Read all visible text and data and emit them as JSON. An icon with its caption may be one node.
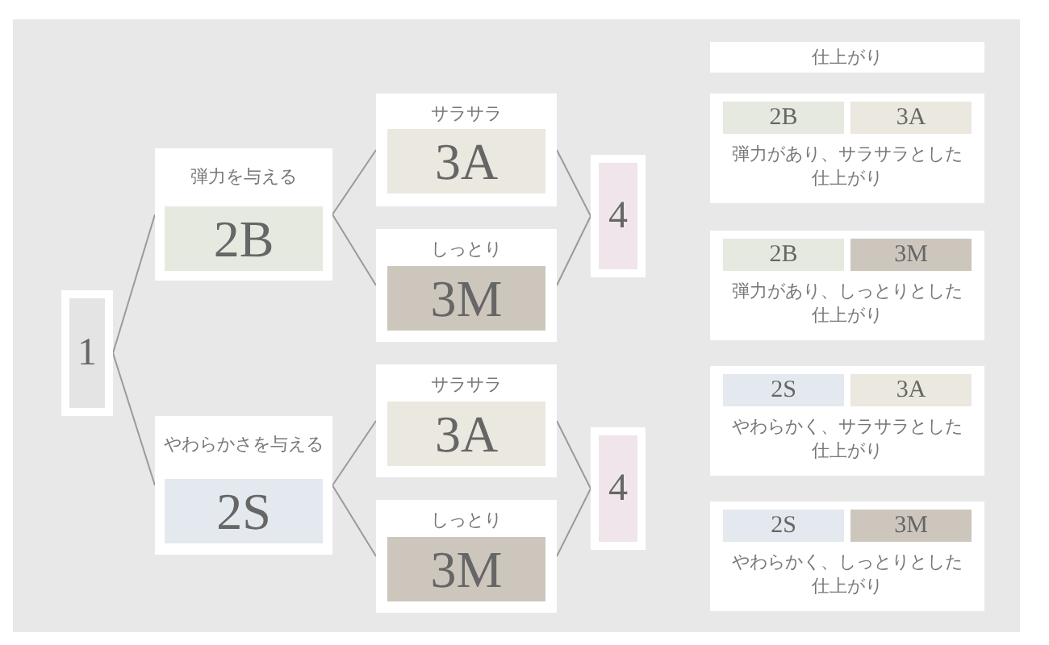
{
  "diagram": {
    "nodes": [
      {
        "text": [
          "1"
        ]
      },
      {
        "text": [
          "弾力を与える"
        ]
      },
      {
        "text": [
          "2B"
        ],
        "in": 1
      },
      {
        "text": [
          "サラサラ"
        ]
      },
      {
        "text": [
          "3A"
        ],
        "in": 3
      },
      {
        "text": [
          "しっとり"
        ]
      },
      {
        "text": [
          "3M"
        ],
        "in": 5
      },
      {
        "text": [
          "4"
        ]
      },
      {
        "text": [
          "やわらかさを与える"
        ]
      },
      {
        "text": [
          "2S"
        ],
        "in": 8
      },
      {
        "text": [
          "サラサラ"
        ]
      },
      {
        "text": [
          "3A"
        ],
        "in": 10
      },
      {
        "text": [
          "しっとり"
        ]
      },
      {
        "text": [
          "3M"
        ],
        "in": 12
      },
      {
        "text": [
          "4"
        ]
      },
      {
        "text": [
          "仕上がり"
        ]
      },
      {
        "text": [
          "弾力があり、サラサラとした仕上がり"
        ]
      },
      {
        "text": [
          "2B"
        ],
        "in": 16
      },
      {
        "text": [
          "3A"
        ],
        "in": 16
      },
      {
        "text": [
          "弾力があり、しっとりとした仕上がり"
        ]
      },
      {
        "text": [
          "2B"
        ],
        "in": 19
      },
      {
        "text": [
          "3M"
        ],
        "in": 19
      },
      {
        "text": [
          "やわらかく、サラサラとした仕上がり"
        ]
      },
      {
        "text": [
          "2S"
        ],
        "in": 22
      },
      {
        "text": [
          "3A"
        ],
        "in": 22
      },
      {
        "text": [
          "やわらかく、しっとりとした仕上がり"
        ]
      },
      {
        "text": [
          "2S"
        ],
        "in": 25
      },
      {
        "text": [
          "3M"
        ],
        "in": 25
      }
    ],
    "edges": [
      {
        "from": 0,
        "to": 1,
        "arrow": "none"
      },
      {
        "from": 0,
        "to": 8,
        "arrow": "none"
      },
      {
        "from": 1,
        "to": 3,
        "arrow": "none"
      },
      {
        "from": 1,
        "to": 5,
        "arrow": "none"
      },
      {
        "from": 3,
        "to": 7,
        "arrow": "none"
      },
      {
        "from": 5,
        "to": 7,
        "arrow": "none"
      },
      {
        "from": 8,
        "to": 10,
        "arrow": "none"
      },
      {
        "from": 8,
        "to": 12,
        "arrow": "none"
      },
      {
        "from": 10,
        "to": 14,
        "arrow": "none"
      },
      {
        "from": 12,
        "to": 14,
        "arrow": "none"
      }
    ]
  }
}
